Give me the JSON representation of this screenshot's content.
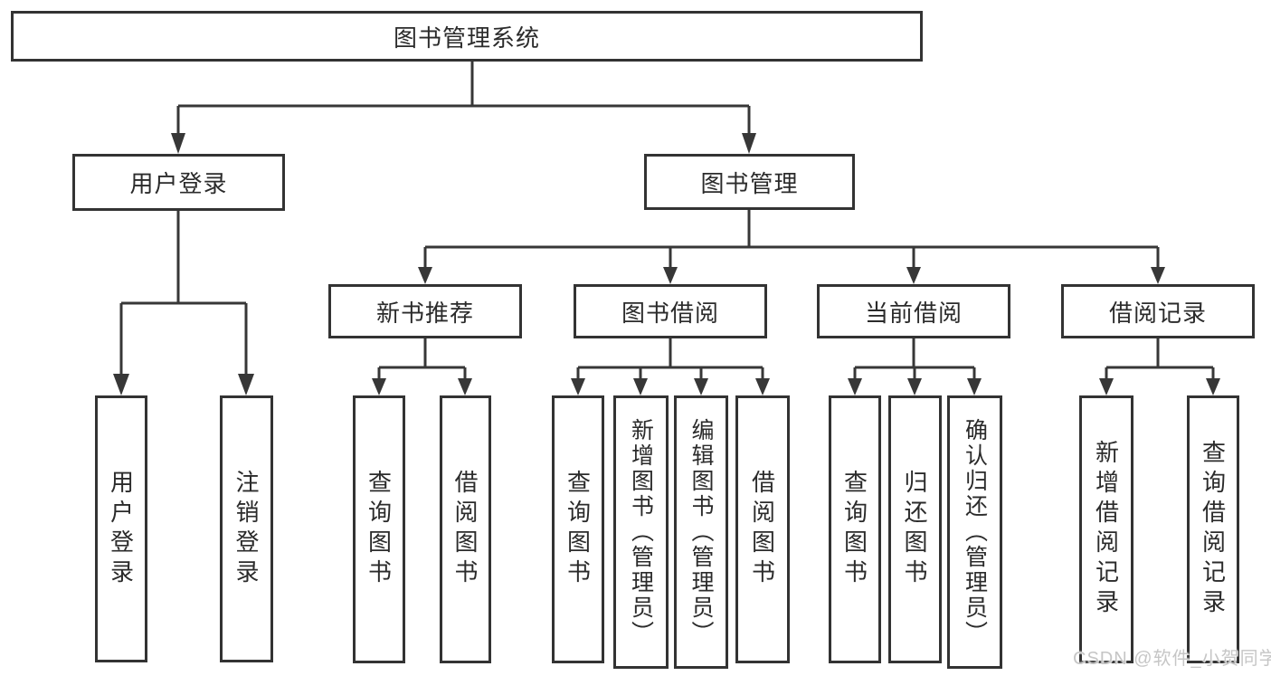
{
  "tree": {
    "label": "图书管理系统",
    "children": [
      {
        "label": "用户登录",
        "children": [
          {
            "label": "用户登录"
          },
          {
            "label": "注销登录"
          }
        ]
      },
      {
        "label": "图书管理",
        "children": [
          {
            "label": "新书推荐",
            "children": [
              {
                "label": "查询图书"
              },
              {
                "label": "借阅图书"
              }
            ]
          },
          {
            "label": "图书借阅",
            "children": [
              {
                "label": "查询图书"
              },
              {
                "label": "新增图书（管理员）"
              },
              {
                "label": "编辑图书（管理员）"
              },
              {
                "label": "借阅图书"
              }
            ]
          },
          {
            "label": "当前借阅",
            "children": [
              {
                "label": "查询图书"
              },
              {
                "label": "归还图书"
              },
              {
                "label": "确认归还（管理员）"
              }
            ]
          },
          {
            "label": "借阅记录",
            "children": [
              {
                "label": "新增借阅记录"
              },
              {
                "label": "查询借阅记录"
              }
            ]
          }
        ]
      }
    ]
  },
  "watermark": {
    "text": "CSDN @软件_小贺同学"
  },
  "colors": {
    "line": "#373737",
    "box_border": "#333333",
    "text": "#2b2b2b",
    "background": "#ffffff",
    "watermark": "#c6c6c6"
  }
}
